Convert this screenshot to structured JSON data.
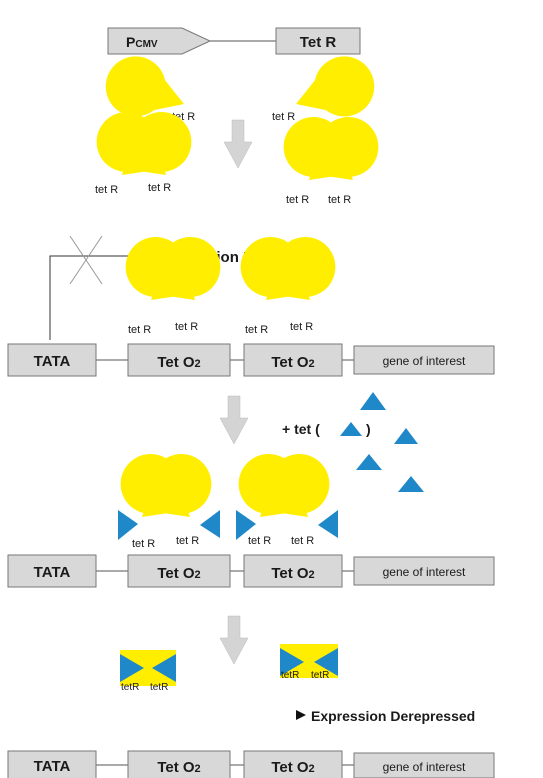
{
  "promoter": {
    "label": "P",
    "sub": "CMV"
  },
  "tetR_gene": "Tet R",
  "protein_label": "tet R",
  "protein_label_small": "tetR",
  "tata": "TATA",
  "operator": {
    "label": "Tet O",
    "sub": "2"
  },
  "gene_of_interest": "gene of interest",
  "expression_repressed": "Expression Repressed",
  "expression_derepressed": "Expression Derepressed",
  "tet_addition": {
    "prefix": "+ tet  (",
    "suffix": ")"
  },
  "colors": {
    "protein": "#ffee00",
    "tetracycline": "#1e88c8",
    "box_fill": "#d8d8d8",
    "arrow_gray": "#d4d4d4",
    "text": "#1a1a1a"
  }
}
